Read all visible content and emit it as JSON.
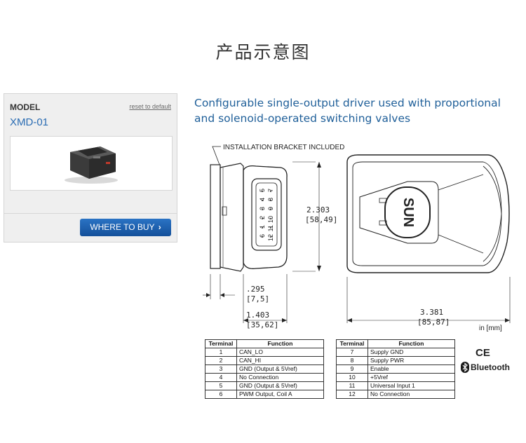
{
  "page_title": "产品示意图",
  "product": {
    "model_label": "MODEL",
    "reset_link": "reset to default",
    "model_value": "XMD-01",
    "buy_button": "WHERE TO BUY",
    "buy_chevron": "›"
  },
  "description": "Configurable single-output driver used with proportional and solenoid-operated switching valves",
  "diagram": {
    "bracket_note": "INSTALLATION BRACKET INCLUDED",
    "height_in": "2.303",
    "height_mm": "[58,49]",
    "depth_in": ".295",
    "depth_mm": "[7,5]",
    "side_in": "1.403",
    "side_mm": "[35,62]",
    "length_in": "3.381",
    "length_mm": "[85,87]",
    "units": "in [mm]",
    "pins_row1": [
      "5",
      "4",
      "3",
      "2",
      "1",
      "6"
    ],
    "pins_row2": [
      "7",
      "8",
      "9",
      "10",
      "11",
      "12"
    ],
    "logo_text": "SUN"
  },
  "table_left": {
    "headers": [
      "Terminal",
      "Function"
    ],
    "rows": [
      [
        "1",
        "CAN_LO"
      ],
      [
        "2",
        "CAN_HI"
      ],
      [
        "3",
        "GND (Output & 5Vref)"
      ],
      [
        "4",
        "No Connection"
      ],
      [
        "5",
        "GND (Output & 5Vref)"
      ],
      [
        "6",
        "PWM Output, Coil A"
      ]
    ]
  },
  "table_right": {
    "headers": [
      "Terminal",
      "Function"
    ],
    "rows": [
      [
        "7",
        "Supply GND"
      ],
      [
        "8",
        "Supply PWR"
      ],
      [
        "9",
        "Enable"
      ],
      [
        "10",
        "+5Vref"
      ],
      [
        "11",
        "Universal Input 1"
      ],
      [
        "12",
        "No Connection"
      ]
    ]
  },
  "certifications": {
    "ce": "CE",
    "bluetooth": "Bluetooth"
  },
  "colors": {
    "link_blue": "#2a6cb3",
    "button_blue": "#1a5fae",
    "description_blue": "#1f5f99"
  }
}
